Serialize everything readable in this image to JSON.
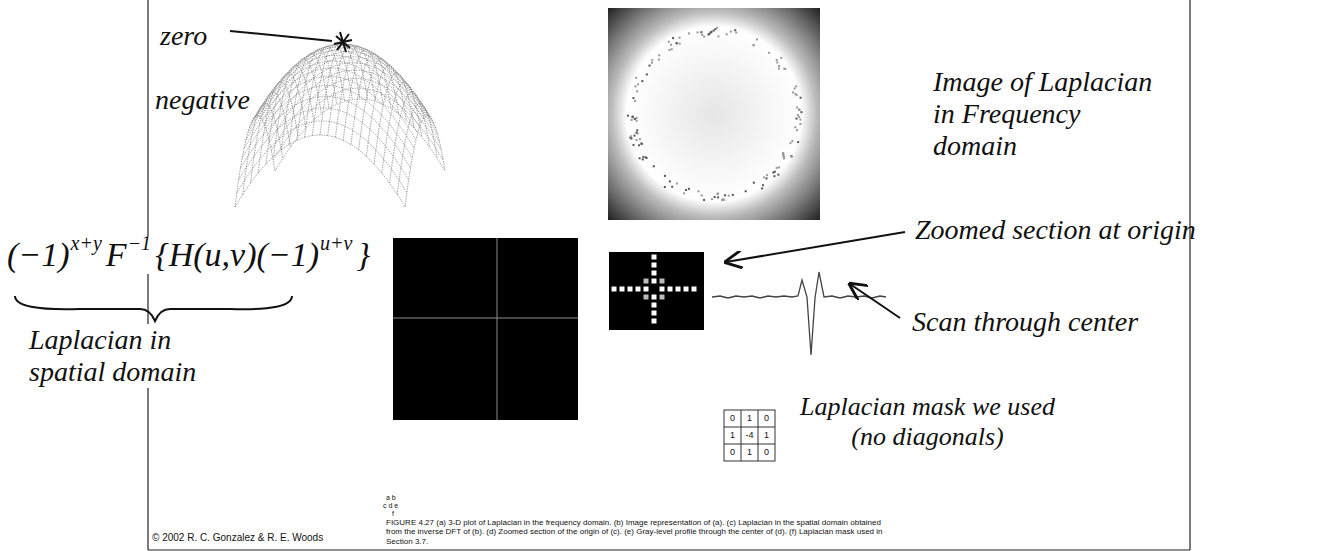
{
  "diagram": {
    "caption": "FIGURE 4.27 (a) 3-D plot of Laplacian in the frequency domain. (b) Image representation of (a). (c) Laplacian in the spatial domain obtained from the inverse DFT of (b). (d) Zoomed section of the origin of (c). (e) Gray-level profile through the center of (d). (f) Laplacian mask used in Section 3.7.",
    "labels": [
      "zero",
      "negative",
      "Image of Laplacian in Frequency domain",
      "Zoomed section at origin",
      "Scan through center",
      "(−1)",
      "x+y",
      "F",
      "−1",
      "{H(u,v)(−1)",
      "u+v",
      "}",
      "Laplacian in spatial domain",
      "0",
      "1",
      "0",
      "1",
      "-4",
      "1",
      "0",
      "1",
      "0",
      "Laplacian mask we used (no diagonals)",
      "a b",
      "c d e",
      "f",
      "© 2002 R. C. Gonzalez & R. E. Woods"
    ]
  }
}
